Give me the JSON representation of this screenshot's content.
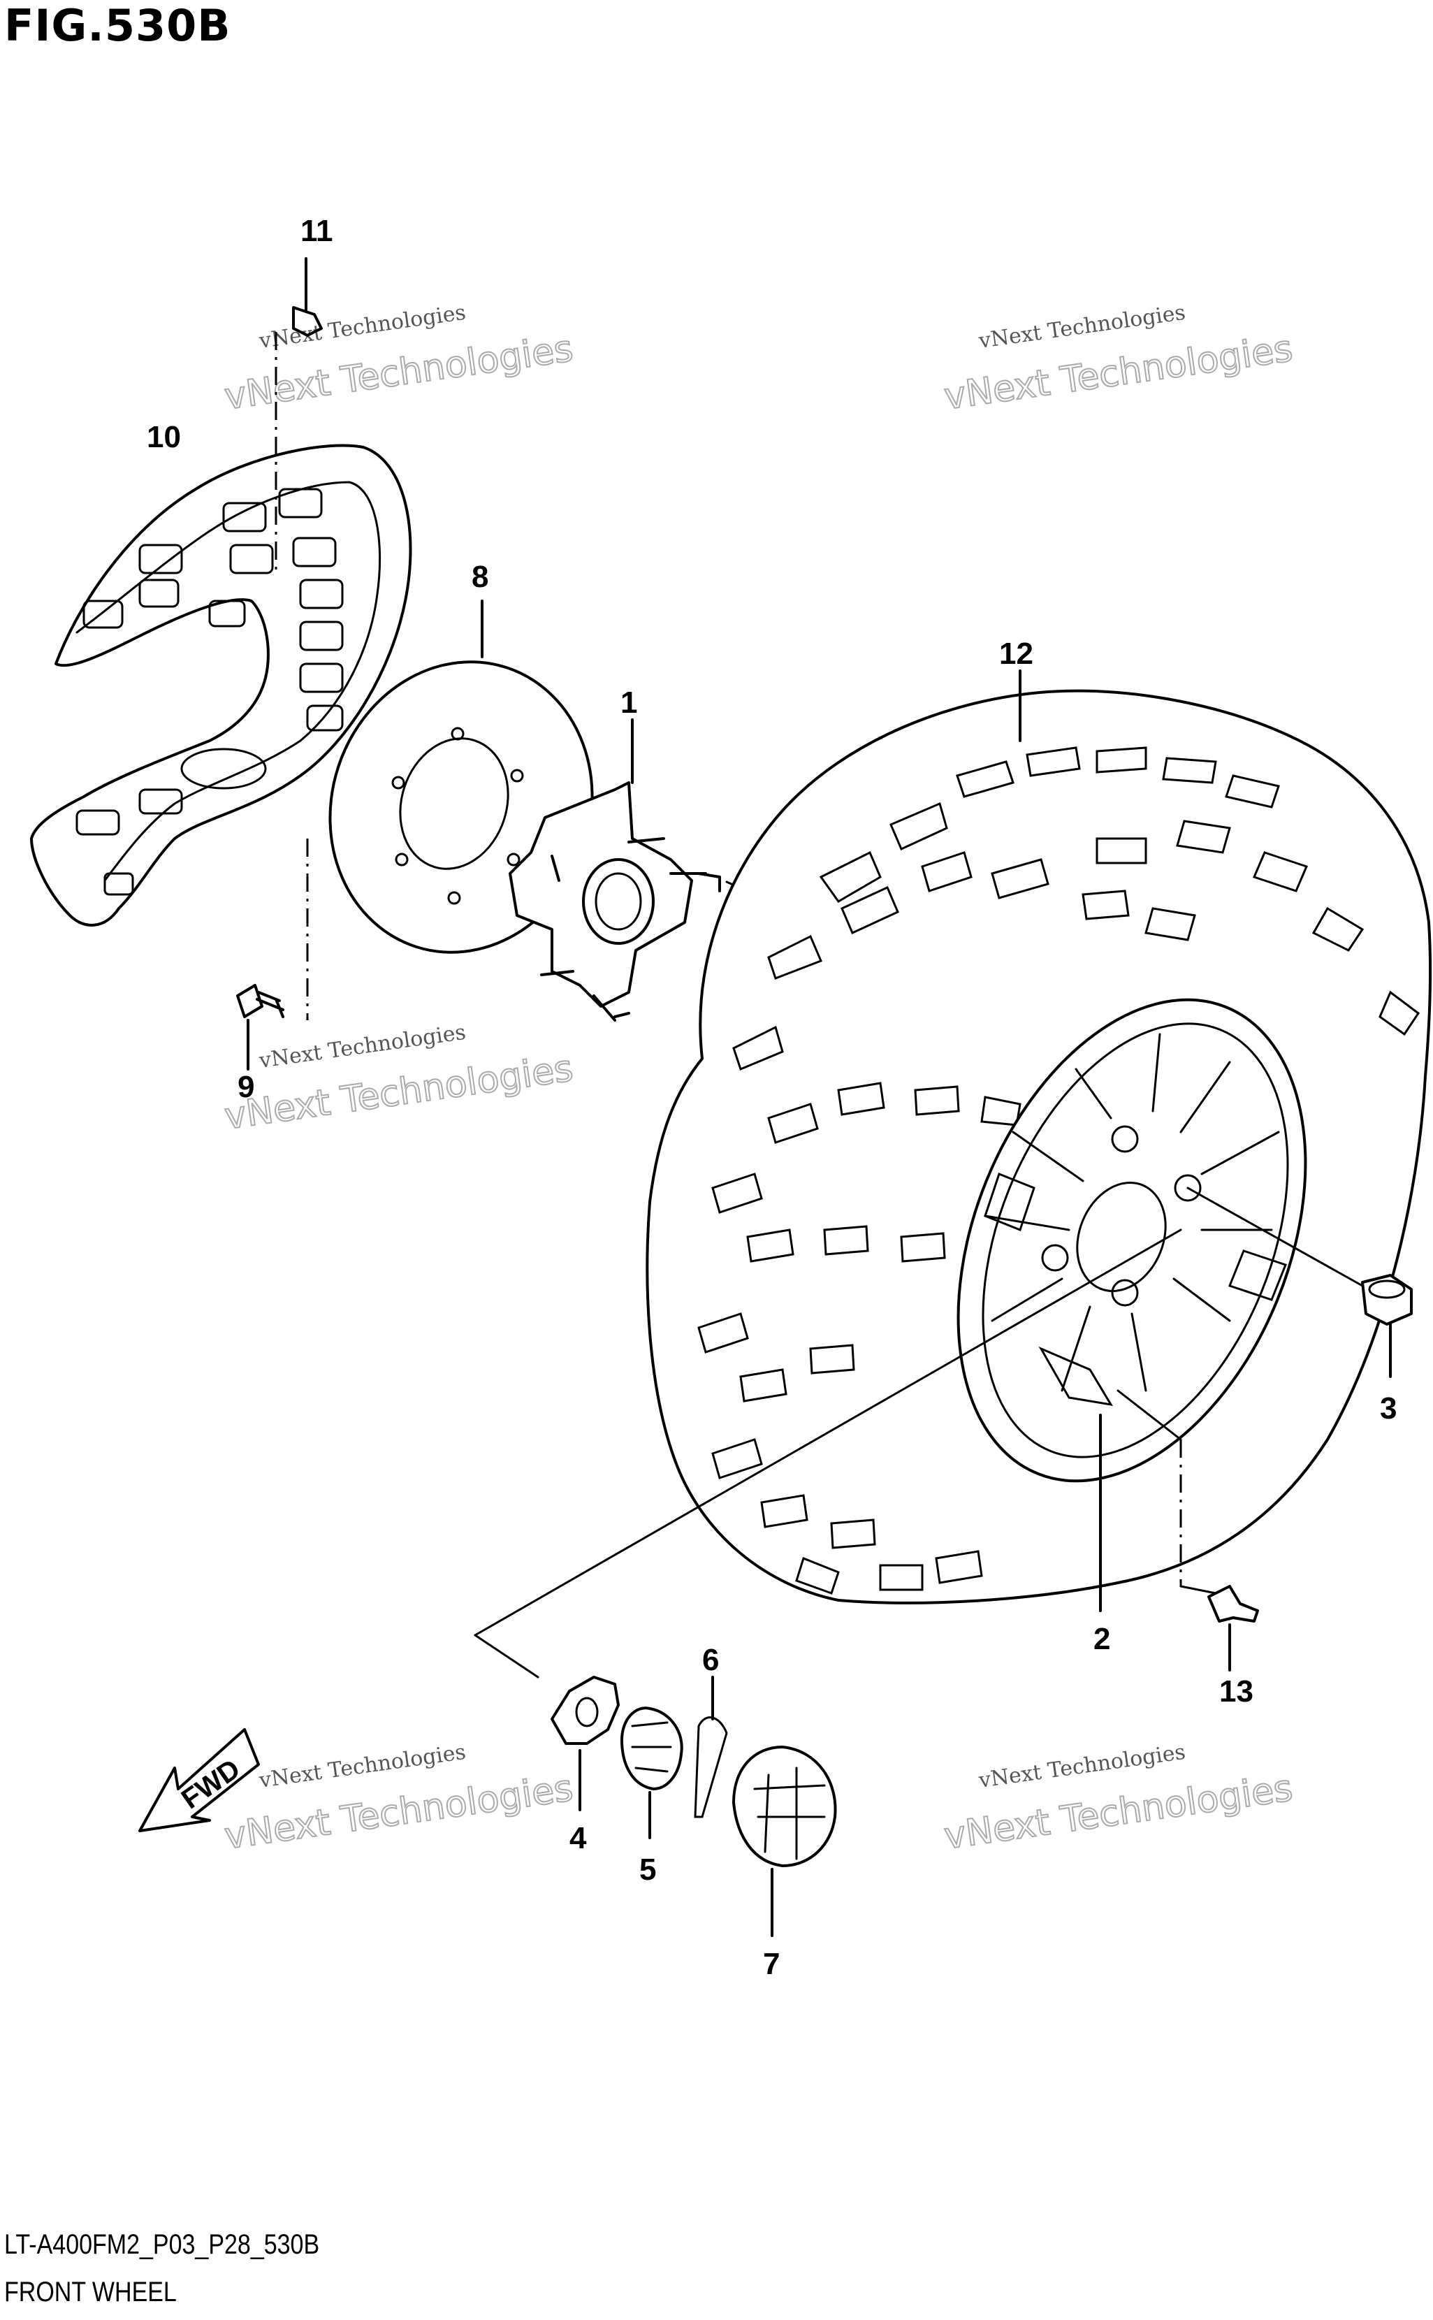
{
  "figure": {
    "title": "FIG.530B",
    "model_code": "LT-A400FM2_P03_P28_530B",
    "name": "FRONT WHEEL"
  },
  "callouts": {
    "p1": "1",
    "p2": "2",
    "p3": "3",
    "p4": "4",
    "p5": "5",
    "p6": "6",
    "p7": "7",
    "p8": "8",
    "p9": "9",
    "p10": "10",
    "p11": "11",
    "p12": "12",
    "p13": "13"
  },
  "direction_label": "FWD",
  "watermark": {
    "line1": "vNext Technologies",
    "line2": "vNext Technologies"
  },
  "colors": {
    "ink": "#000000",
    "paper": "#ffffff",
    "watermark": "#9a9a9a"
  }
}
